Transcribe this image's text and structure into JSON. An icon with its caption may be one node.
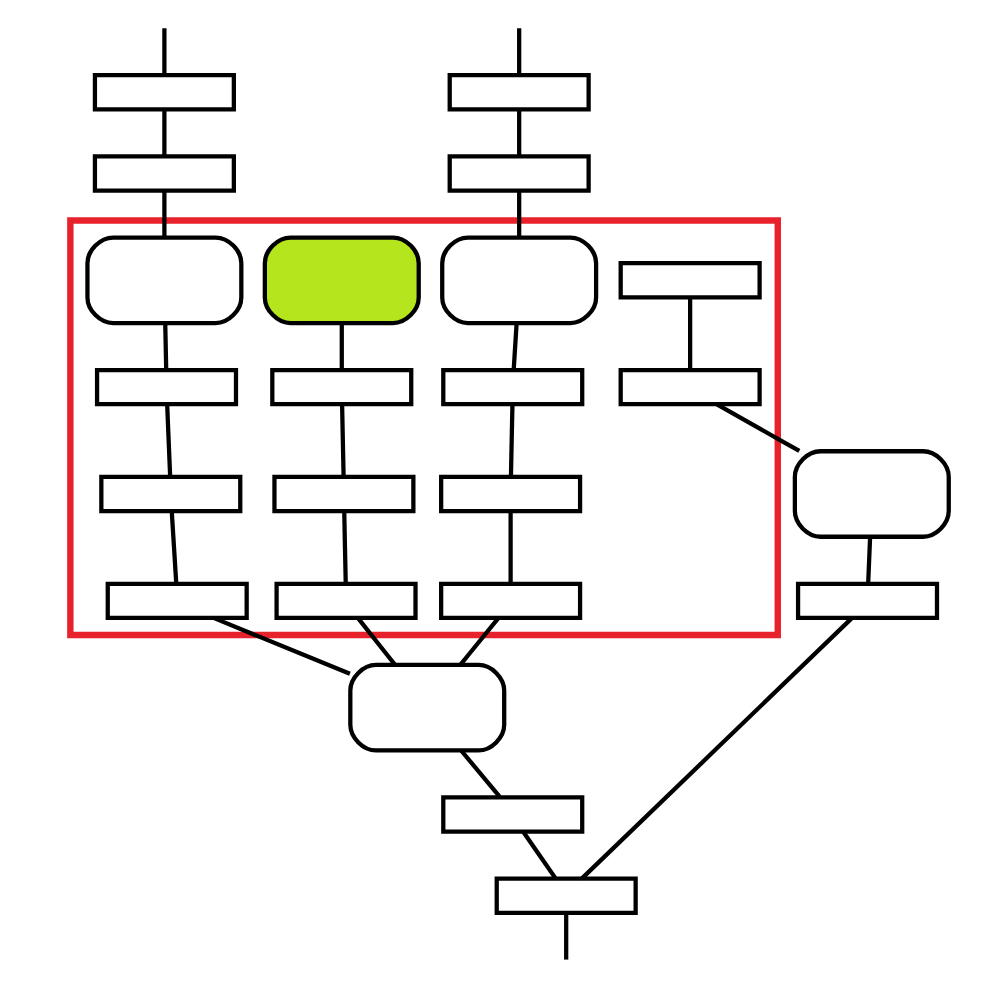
{
  "diagram": {
    "nodes": [
      {
        "text": [],
        "shape": "box"
      },
      {
        "text": [],
        "shape": "box"
      },
      {
        "text": [],
        "shape": "box"
      },
      {
        "text": [],
        "shape": "box"
      },
      {
        "text": [],
        "shape": "box"
      },
      {
        "text": [],
        "shape": "box",
        "in": 4
      },
      {
        "text": [],
        "shape": "box",
        "in": 4
      },
      {
        "text": [],
        "shape": "box",
        "in": 4
      },
      {
        "text": [],
        "shape": "box",
        "in": 4
      },
      {
        "text": [],
        "shape": "box",
        "in": 4
      },
      {
        "text": [],
        "shape": "box",
        "in": 4
      },
      {
        "text": [],
        "shape": "box",
        "in": 4
      },
      {
        "text": [],
        "shape": "box",
        "in": 4
      },
      {
        "text": [],
        "shape": "box",
        "in": 4
      },
      {
        "text": [],
        "shape": "box",
        "in": 4
      },
      {
        "text": [],
        "shape": "box",
        "in": 4
      },
      {
        "text": [],
        "shape": "box",
        "in": 4
      },
      {
        "text": [],
        "shape": "box",
        "in": 4
      },
      {
        "text": [],
        "shape": "box",
        "in": 4
      },
      {
        "text": [],
        "shape": "box"
      },
      {
        "text": [],
        "shape": "box"
      },
      {
        "text": [],
        "shape": "box"
      },
      {
        "text": [],
        "shape": "box"
      },
      {
        "text": [],
        "shape": "box"
      }
    ],
    "edges": [
      {
        "from": null,
        "to": 0,
        "arrow": "none"
      },
      {
        "from": 0,
        "to": 2,
        "arrow": "none"
      },
      {
        "from": 2,
        "to": 5,
        "arrow": "none"
      },
      {
        "from": 5,
        "to": 8,
        "arrow": "none"
      },
      {
        "from": 8,
        "to": 11,
        "arrow": "none"
      },
      {
        "from": 11,
        "to": 15,
        "arrow": "none"
      },
      {
        "from": 15,
        "to": 19,
        "arrow": "none"
      },
      {
        "from": 6,
        "to": 9,
        "arrow": "none"
      },
      {
        "from": 9,
        "to": 12,
        "arrow": "none"
      },
      {
        "from": 12,
        "to": 16,
        "arrow": "none"
      },
      {
        "from": 16,
        "to": 19,
        "arrow": "none"
      },
      {
        "from": null,
        "to": 1,
        "arrow": "none"
      },
      {
        "from": 1,
        "to": 3,
        "arrow": "none"
      },
      {
        "from": 3,
        "to": 7,
        "arrow": "none"
      },
      {
        "from": 7,
        "to": 10,
        "arrow": "none"
      },
      {
        "from": 10,
        "to": 13,
        "arrow": "none"
      },
      {
        "from": 13,
        "to": 17,
        "arrow": "none"
      },
      {
        "from": 17,
        "to": 19,
        "arrow": "none"
      },
      {
        "from": 14,
        "to": 18,
        "arrow": "none"
      },
      {
        "from": 18,
        "to": 20,
        "arrow": "none"
      },
      {
        "from": 19,
        "to": 21,
        "arrow": "none"
      },
      {
        "from": 20,
        "to": 22,
        "arrow": "none"
      },
      {
        "from": 21,
        "to": 23,
        "arrow": "none"
      },
      {
        "from": 22,
        "to": 23,
        "arrow": "none"
      },
      {
        "from": 23,
        "to": null,
        "arrow": "none"
      }
    ]
  }
}
